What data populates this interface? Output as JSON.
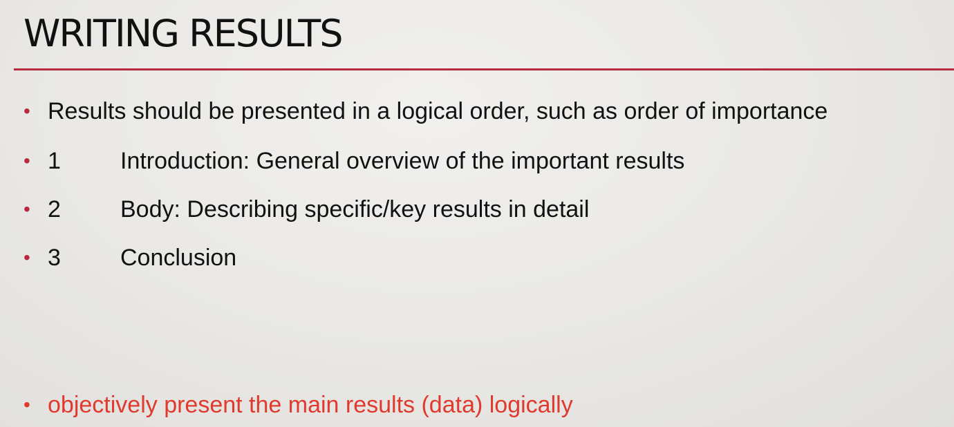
{
  "slide": {
    "title": "WRITING RESULTS",
    "accent_color": "#b8283e",
    "bullet_color": "#b8283e",
    "highlight_color": "#e03a2f",
    "bullet_glyph": "•",
    "intro": "Results should be presented in a logical order, such as order of importance",
    "items": [
      {
        "number": "1",
        "text": "Introduction: General overview of the important results"
      },
      {
        "number": "2",
        "text": "Body: Describing specific/key results in detail"
      },
      {
        "number": "3",
        "text": "Conclusion"
      }
    ],
    "note": "objectively present the main results (data) logically"
  }
}
